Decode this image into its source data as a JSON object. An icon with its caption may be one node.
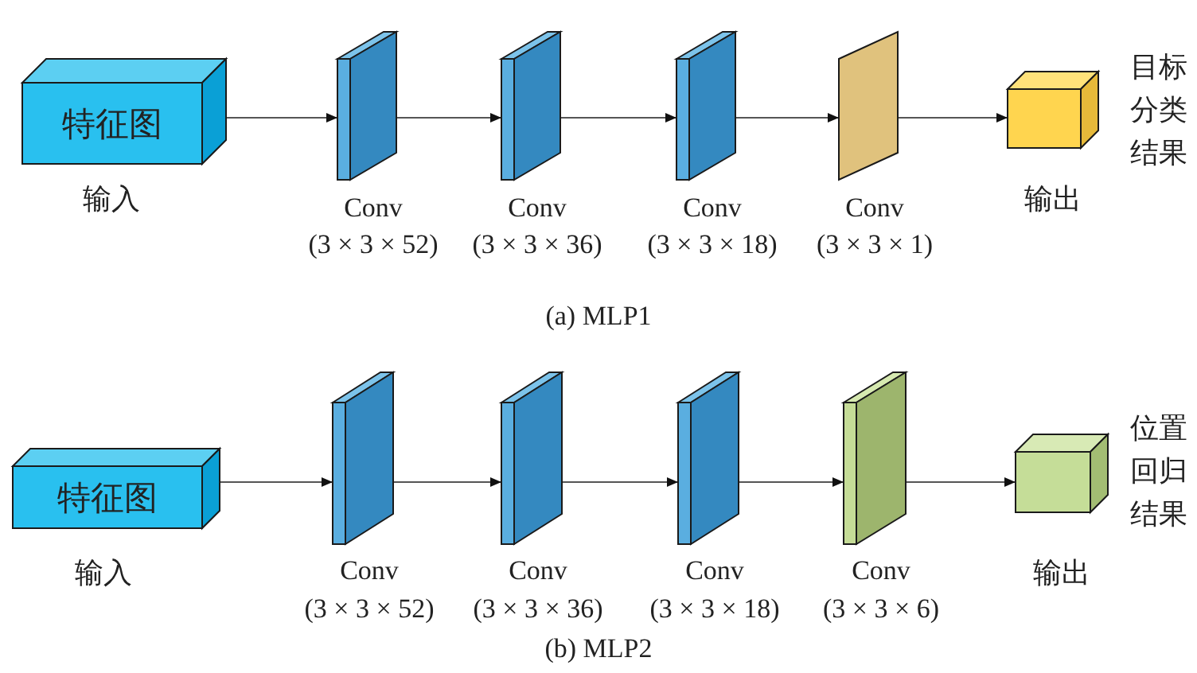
{
  "diagram": {
    "nodes": [
      {
        "text": [
          "特征图"
        ],
        "beside": [
          "输入"
        ]
      },
      {
        "text": [],
        "shape": "box",
        "beside": [
          "Conv",
          "(3 × 3 × 52)"
        ]
      },
      {
        "text": [],
        "shape": "box",
        "beside": [
          "Conv",
          "(3 × 3 × 36)"
        ]
      },
      {
        "text": [],
        "shape": "box",
        "beside": [
          "Conv",
          "(3 × 3 × 18)"
        ]
      },
      {
        "text": [],
        "shape": "box",
        "beside": [
          "Conv",
          "(3 × 3 × 1)"
        ]
      },
      {
        "text": [],
        "shape": "box",
        "beside": [
          "输出",
          "目标分类结果"
        ]
      },
      {
        "text": [
          "特征图"
        ],
        "beside": [
          "输入"
        ]
      },
      {
        "text": [],
        "shape": "box",
        "beside": [
          "Conv",
          "(3 × 3 × 52)"
        ]
      },
      {
        "text": [],
        "shape": "box",
        "beside": [
          "Conv",
          "(3 × 3 × 36)"
        ]
      },
      {
        "text": [],
        "shape": "box",
        "beside": [
          "Conv",
          "(3 × 3 × 18)"
        ]
      },
      {
        "text": [],
        "shape": "box",
        "beside": [
          "Conv",
          "(3 × 3 × 6)"
        ]
      },
      {
        "text": [],
        "shape": "box",
        "beside": [
          "输出",
          "位置回归结果"
        ]
      }
    ],
    "edges": [
      {
        "from": 0,
        "to": 1,
        "arrow": "to"
      },
      {
        "from": 1,
        "to": 2,
        "arrow": "to"
      },
      {
        "from": 2,
        "to": 3,
        "arrow": "to"
      },
      {
        "from": 3,
        "to": 4,
        "arrow": "to"
      },
      {
        "from": 4,
        "to": 5,
        "arrow": "to"
      },
      {
        "from": 6,
        "to": 7,
        "arrow": "to"
      },
      {
        "from": 7,
        "to": 8,
        "arrow": "to"
      },
      {
        "from": 8,
        "to": 9,
        "arrow": "to"
      },
      {
        "from": 9,
        "to": 10,
        "arrow": "to"
      },
      {
        "from": 10,
        "to": 11,
        "arrow": "to"
      }
    ],
    "labels": [
      "(a) MLP1",
      "(b) MLP2"
    ]
  }
}
